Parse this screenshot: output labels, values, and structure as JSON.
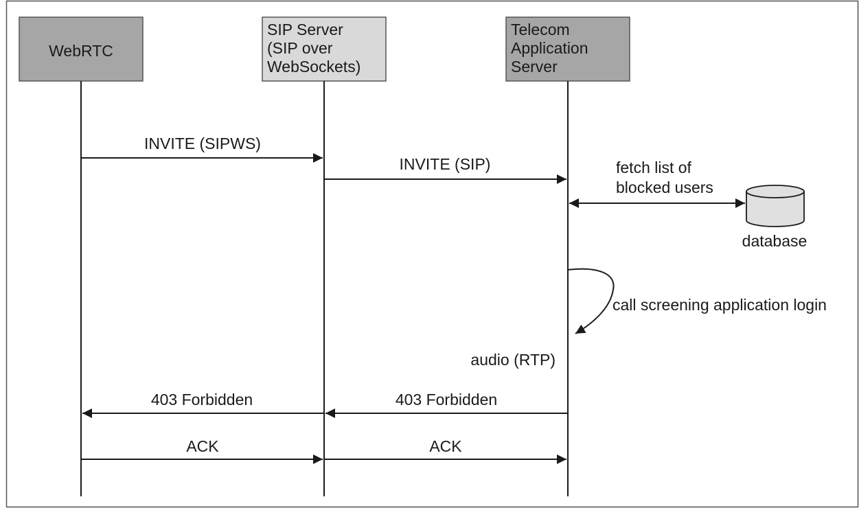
{
  "participants": [
    {
      "id": "webrtc",
      "lines": [
        "WebRTC"
      ]
    },
    {
      "id": "sip-server",
      "lines": [
        "SIP Server",
        "(SIP over",
        "WebSockets)"
      ]
    },
    {
      "id": "telecom-server",
      "lines": [
        "Telecom",
        "Application",
        "Server"
      ]
    }
  ],
  "messages": {
    "invite_sipws": "INVITE (SIPWS)",
    "invite_sip": "INVITE (SIP)",
    "forbidden_1": "403 Forbidden",
    "forbidden_2": "403 Forbidden",
    "ack_1": "ACK",
    "ack_2": "ACK"
  },
  "database": {
    "label": "database",
    "fetch_lines": [
      "fetch list of",
      "blocked users"
    ]
  },
  "self_call": {
    "label": "call screening application login"
  },
  "audio": {
    "label": "audio (RTP)"
  },
  "colors": {
    "box_dark": "#a6a6a6",
    "box_light": "#d9d9d9",
    "line": "#1a1a1a",
    "db_fill": "#e0e0e0"
  }
}
